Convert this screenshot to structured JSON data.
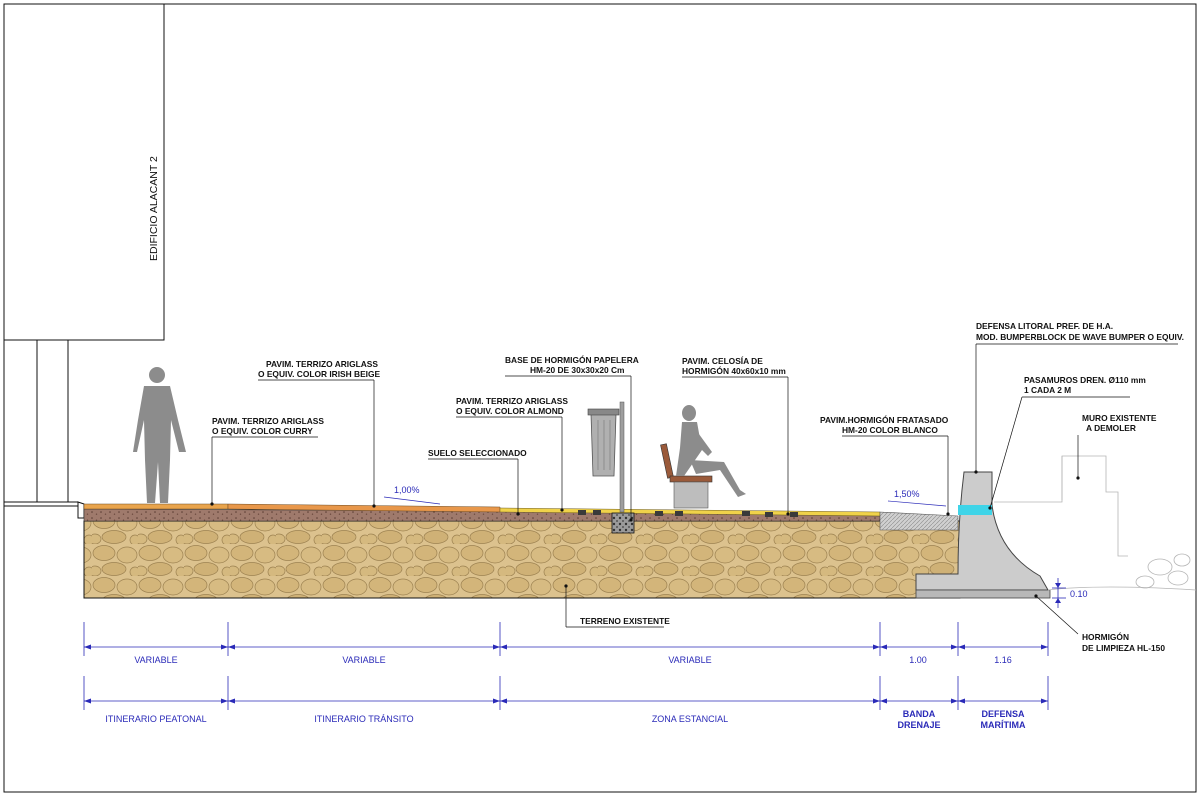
{
  "building": {
    "label": "EDIFICIO ALACANT 2"
  },
  "labels": {
    "terrizo_curry": [
      "PAVIM. TERRIZO ARIGLASS",
      "O EQUIV. COLOR CURRY"
    ],
    "terrizo_irish": [
      "PAVIM. TERRIZO ARIGLASS",
      "O EQUIV. COLOR IRISH BEIGE"
    ],
    "suelo": [
      "SUELO SELECCIONADO"
    ],
    "terrizo_almond": [
      "PAVIM. TERRIZO ARIGLASS",
      "O EQUIV. COLOR ALMOND"
    ],
    "base_hormigon": [
      "BASE DE HORMIGÓN PAPELERA",
      "HM-20 DE 30x30x20 Cm"
    ],
    "celosia": [
      "PAVIM. CELOSÍA DE",
      "HORMIGÓN 40x60x10 mm"
    ],
    "fratasado": [
      "PAVIM.HORMIGÓN FRATASADO",
      "HM-20 COLOR BLANCO"
    ],
    "defensa_litoral": [
      "DEFENSA LITORAL PREF. DE H.A.",
      "MOD. BUMPERBLOCK DE WAVE BUMPER O EQUIV."
    ],
    "pasamuros": [
      "PASAMUROS DREN. Ø110 mm",
      "1 CADA 2 M"
    ],
    "muro": [
      "MURO EXISTENTE",
      "A DEMOLER"
    ],
    "terreno": [
      "TERRENO EXISTENTE"
    ],
    "hormigon_limpieza": [
      "HORMIGÓN",
      "DE LIMPIEZA HL-150"
    ]
  },
  "slopes": {
    "left": "1,00%",
    "right": "1,50%"
  },
  "dimensions": {
    "offset": "0.10",
    "widths": [
      "VARIABLE",
      "VARIABLE",
      "VARIABLE",
      "1.00",
      "1.16"
    ],
    "zones": [
      [
        "ITINERARIO PEATONAL"
      ],
      [
        "ITINERARIO TRÁNSITO"
      ],
      [
        "ZONA ESTANCIAL"
      ],
      [
        "BANDA",
        "DRENAJE"
      ],
      [
        "DEFENSA",
        "MARÍTIMA"
      ]
    ]
  },
  "colors": {
    "line": "#111111",
    "dimension": "#2a2ab8",
    "terrain": "#d9c08a",
    "stone": "#c9a96a",
    "subbase": "#a0786a",
    "curry": "#e9a44c",
    "almond": "#f0d24a",
    "concrete": "#c8c8c8",
    "drain": "#3fd4e8"
  }
}
